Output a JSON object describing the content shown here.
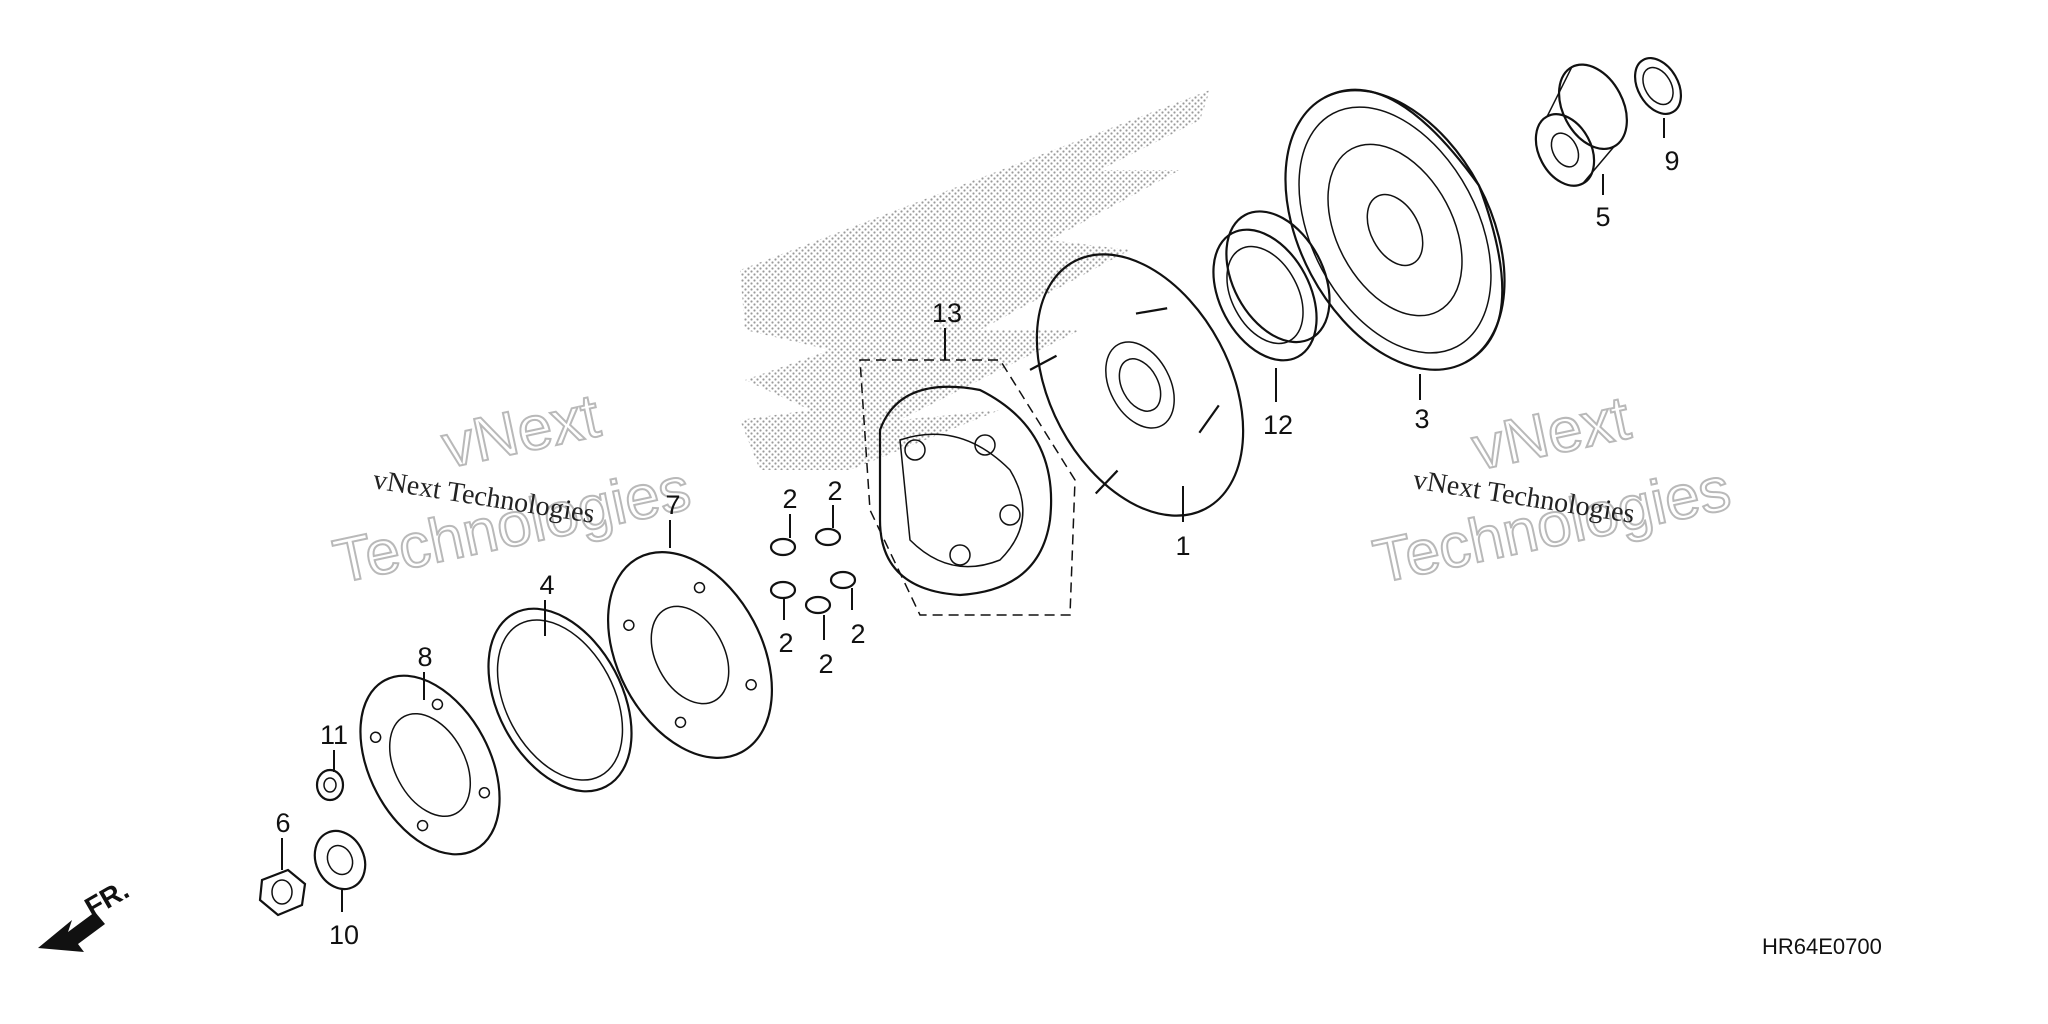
{
  "diagram_code": "HR64E0700",
  "direction_label": "FR.",
  "watermark": {
    "line1": "vNext",
    "line2": "Technologies",
    "plain": "vNext Technologies"
  },
  "callouts": {
    "p1": "1",
    "p2a": "2",
    "p2b": "2",
    "p2c": "2",
    "p2d": "2",
    "p2e": "2",
    "p3": "3",
    "p4": "4",
    "p5": "5",
    "p6": "6",
    "p7": "7",
    "p8": "8",
    "p9": "9",
    "p10": "10",
    "p11": "11",
    "p12": "12",
    "p13": "13"
  },
  "icons": {
    "direction": "arrow-down-left-icon"
  },
  "colors": {
    "ink": "#111111",
    "screen_tone": "#9a9a9a",
    "watermark": "#b9b9b9"
  }
}
